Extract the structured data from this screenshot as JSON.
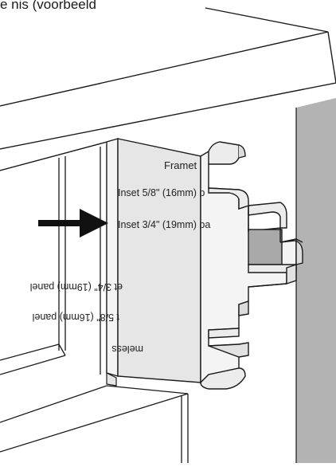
{
  "caption": "e nis (voorbeeld",
  "template_labels": {
    "top": "Framet",
    "upright_1": "Inset  5/8\"  (16mm)  p",
    "upright_2": "Inset  3/4\"  (19mm)  pa",
    "inverted_1": "et  3/4\"  (19mm)  panel",
    "inverted_2": "t  5/8\"  (16mm)  panel",
    "inverted_3": "meless"
  },
  "colors": {
    "line": "#1a1a1a",
    "template_face": "#e6e6e6",
    "template_side": "#f4f4f4",
    "notch_shadow": "#a9a9a9",
    "wall_panel": "#b3b3b3",
    "arrow": "#111111"
  },
  "icons": {
    "pointer": "arrow-right-icon"
  }
}
